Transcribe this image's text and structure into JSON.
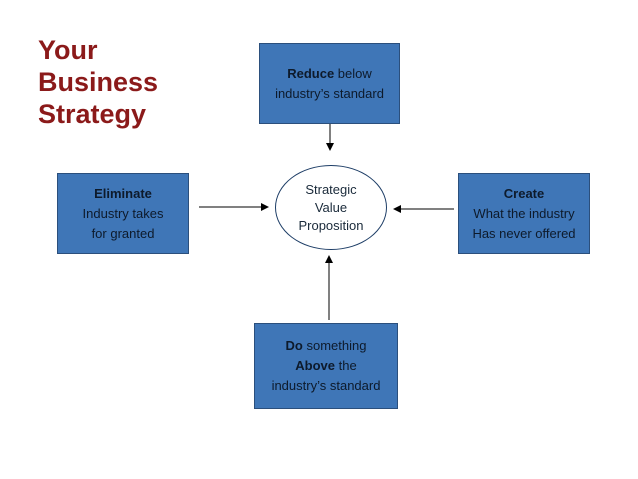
{
  "title": {
    "lines": [
      "Your",
      "Business",
      "Strategy"
    ]
  },
  "center": {
    "lines": [
      "Strategic",
      "Value",
      "Proposition"
    ]
  },
  "reduce": {
    "bold": "Reduce",
    "rest": " below",
    "line2": "industry’s standard"
  },
  "eliminate": {
    "bold": "Eliminate",
    "line2": "Industry takes",
    "line3": "for granted"
  },
  "create": {
    "bold": "Create",
    "line2": "What the industry",
    "line3": "Has never offered"
  },
  "above": {
    "bold1": "Do",
    "rest1": " something",
    "bold2": "Above",
    "rest2": " the",
    "line3": "industry’s standard"
  },
  "colors": {
    "title": "#8b1a1a",
    "box_fill": "#3f76b7",
    "box_border": "#2b4f7c",
    "arrow": "#000000"
  }
}
